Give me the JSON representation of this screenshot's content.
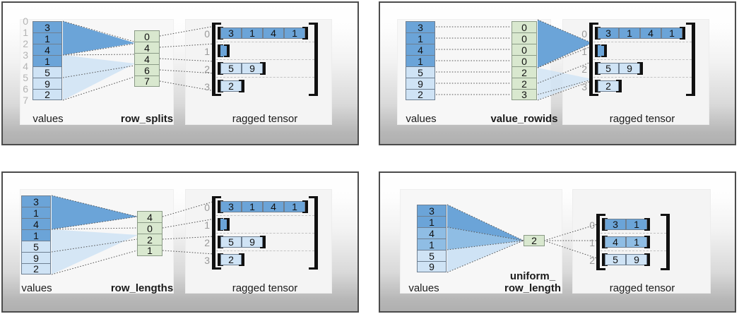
{
  "colors": {
    "blue_dark": "#6ba4d8",
    "blue_mid": "#8fbde4",
    "blue_light": "#cfe3f5",
    "blue_lightest": "#dcebf8",
    "green": "#d9e8cf",
    "cell_border": "#6e7f91",
    "green_border": "#8a9a86",
    "bracket": "#111111",
    "dotted": "#555555",
    "dash_guide": "#c3c3c3",
    "index_grey": "#b4b4b4",
    "panel_border": "#4c4c4c",
    "text": "#1b1b1b"
  },
  "panels": [
    {
      "id": "row_splits",
      "values_label": "values",
      "encoding_label": "row_splits",
      "tensor_label": "ragged tensor",
      "values": [
        "3",
        "1",
        "4",
        "1",
        "5",
        "9",
        "2"
      ],
      "value_index_labels": [
        "0",
        "1",
        "2",
        "3",
        "4",
        "5",
        "6",
        "7"
      ],
      "encoding_values": [
        "0",
        "4",
        "4",
        "6",
        "7"
      ],
      "tensor_row_labels": [
        "0",
        "1",
        "2",
        "3"
      ],
      "tensor_rows": [
        [
          "3",
          "1",
          "4",
          "1"
        ],
        [],
        [
          "5",
          "9"
        ],
        [
          "2"
        ]
      ]
    },
    {
      "id": "value_rowids",
      "values_label": "values",
      "encoding_label": "value_rowids",
      "tensor_label": "ragged tensor",
      "values": [
        "3",
        "1",
        "4",
        "1",
        "5",
        "9",
        "2"
      ],
      "value_index_labels": [],
      "encoding_values": [
        "0",
        "0",
        "0",
        "0",
        "2",
        "2",
        "3"
      ],
      "tensor_row_labels": [
        "0",
        "1",
        "2",
        "3"
      ],
      "tensor_rows": [
        [
          "3",
          "1",
          "4",
          "1"
        ],
        [],
        [
          "5",
          "9"
        ],
        [
          "2"
        ]
      ]
    },
    {
      "id": "row_lengths",
      "values_label": "values",
      "encoding_label": "row_lengths",
      "tensor_label": "ragged tensor",
      "values": [
        "3",
        "1",
        "4",
        "1",
        "5",
        "9",
        "2"
      ],
      "value_index_labels": [],
      "encoding_values": [
        "4",
        "0",
        "2",
        "1"
      ],
      "tensor_row_labels": [
        "0",
        "1",
        "2",
        "3"
      ],
      "tensor_rows": [
        [
          "3",
          "1",
          "4",
          "1"
        ],
        [],
        [
          "5",
          "9"
        ],
        [
          "2"
        ]
      ]
    },
    {
      "id": "uniform_row_length",
      "values_label": "values",
      "encoding_label": "uniform_\nrow_length",
      "tensor_label": "ragged tensor",
      "values": [
        "3",
        "1",
        "4",
        "1",
        "5",
        "9"
      ],
      "value_index_labels": [],
      "encoding_values": [
        "2"
      ],
      "tensor_row_labels": [
        "0",
        "1",
        "2"
      ],
      "tensor_rows": [
        [
          "3",
          "1"
        ],
        [
          "4",
          "1"
        ],
        [
          "5",
          "9"
        ]
      ]
    }
  ]
}
